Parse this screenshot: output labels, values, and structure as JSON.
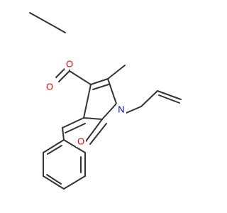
{
  "atoms": {
    "o_ether": "O",
    "o_carbonyl_ester": "O",
    "n_ring": "N",
    "o_lactam": "O"
  },
  "colors": {
    "bond": "#333333",
    "oxygen": "#ff0000",
    "nitrogen": "#0000ff",
    "background": "#ffffff"
  }
}
